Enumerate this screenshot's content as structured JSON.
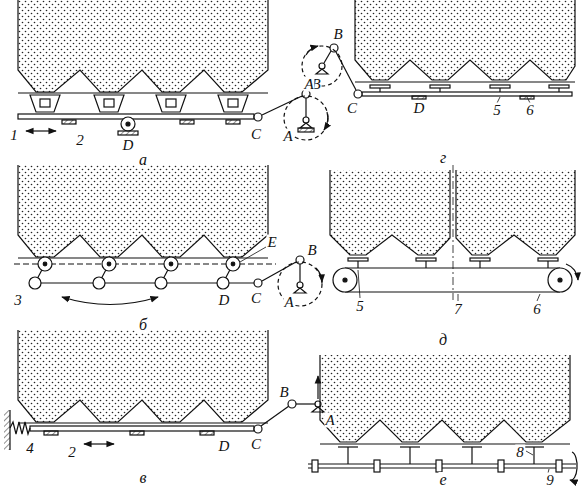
{
  "diagram": {
    "labels": [
      "1",
      "2",
      "D",
      "C",
      "B",
      "A",
      "а",
      "B",
      "A",
      "C",
      "D",
      "5",
      "6",
      "г",
      "3",
      "E",
      "D",
      "C",
      "B",
      "A",
      "б",
      "5",
      "7",
      "6",
      "д",
      "4",
      "2",
      "D",
      "C",
      "B",
      "A",
      "в",
      "8",
      "9",
      "е"
    ]
  }
}
